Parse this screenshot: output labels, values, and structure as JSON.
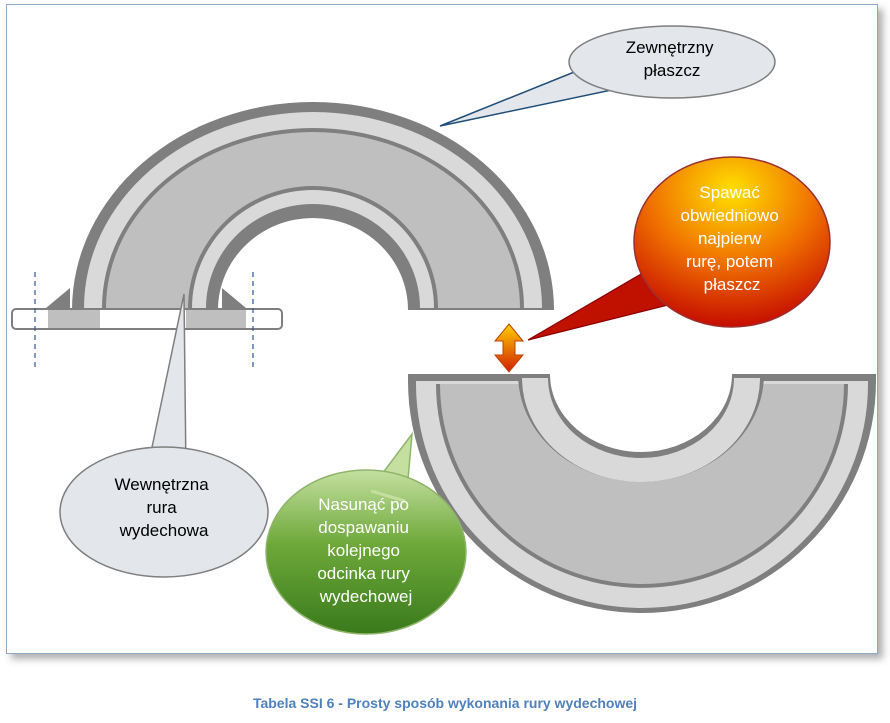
{
  "callouts": {
    "outer_jacket": [
      "Zewnętrzny",
      "płaszcz"
    ],
    "weld": [
      "Spawać",
      "obwiedniowo",
      "najpierw",
      "rurę, potem",
      "płaszcz"
    ],
    "inner_pipe": [
      "Wewnętrzna",
      "rura",
      "wydechowa"
    ],
    "slide": [
      "Nasunąć po",
      "dospawaniu",
      "kolejnego",
      "odcinka rury",
      "wydechowej"
    ]
  },
  "caption": "Tabela SSI  6 - Prosty sposób wykonania rury wydechowej",
  "colors": {
    "frame_border": "#8ea9c8",
    "pipe_dark": "#7f7f7f",
    "pipe_mid": "#bfbfbf",
    "pipe_light": "#d9d9d9",
    "bubble_gray": "#e3e6ea",
    "weld_top": "#ffd200",
    "weld_bottom": "#c00000",
    "slide_top": "#c4dfa0",
    "slide_bottom": "#3a7a1c",
    "caption": "#4f81bd"
  }
}
